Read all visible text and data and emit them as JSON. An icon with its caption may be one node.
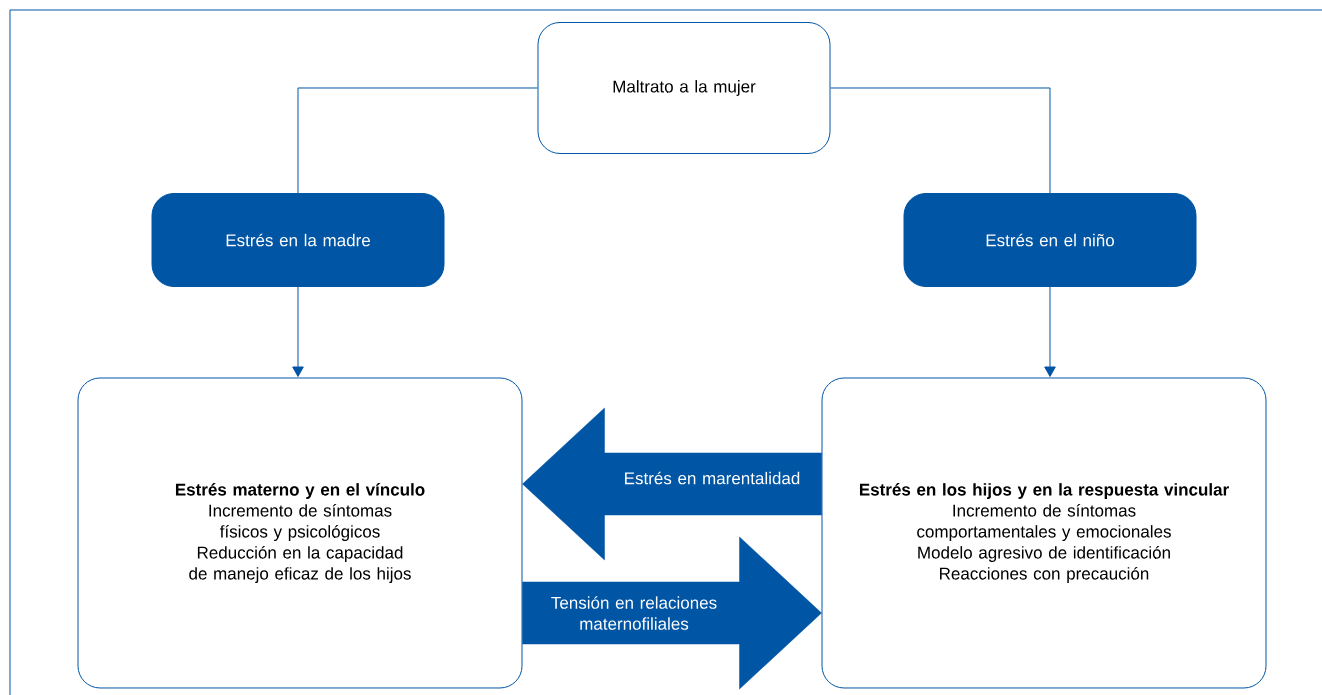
{
  "diagram": {
    "nodes": [
      {
        "text": [
          "Maltrato a la mujer"
        ]
      },
      {
        "text": [
          "Estrés en la madre"
        ]
      },
      {
        "text": [
          "Estrés en el niño"
        ]
      },
      {
        "text": [
          "Estrés materno y en el vínculo",
          "Incremento de síntomas físicos y psicológicos",
          "Reducción en la capacidad de manejo eficaz de los hijos"
        ]
      },
      {
        "text": [
          "Estrés en los hijos y en la respuesta vincular",
          "Incremento de síntomas comportamentales y emocionales",
          "Modelo agresivo de identificación",
          "Reacciones con precaución"
        ]
      }
    ],
    "edges": [
      {
        "from": 0,
        "to": 1,
        "arrow": "none"
      },
      {
        "from": 0,
        "to": 2,
        "arrow": "none"
      },
      {
        "from": 1,
        "to": 3,
        "arrow": "to"
      },
      {
        "from": 2,
        "to": 4,
        "arrow": "to"
      },
      {
        "from": 4,
        "to": 3,
        "arrow": "to",
        "label": "Estrés en marentalidad",
        "style": "thick"
      },
      {
        "from": 3,
        "to": 4,
        "arrow": "to",
        "label": "Tensión en relaciones maternofiliales",
        "style": "thick"
      }
    ]
  }
}
